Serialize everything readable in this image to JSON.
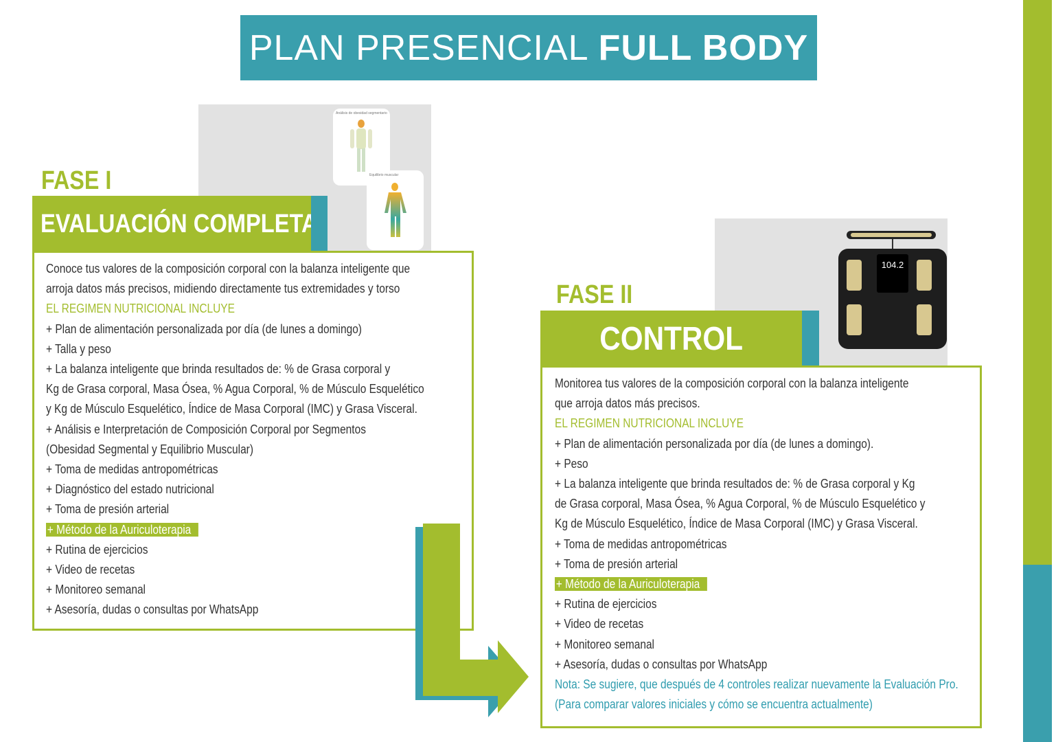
{
  "title": {
    "light": "PLAN PRESENCIAL",
    "bold": "FULL BODY"
  },
  "phase1": {
    "label": "FASE I",
    "banner": "EVALUACIÓN COMPLETA",
    "image_cards": [
      "Análisis de obesidad segmentario",
      "Equilibrio muscular"
    ],
    "intro": [
      "Conoce tus valores de la composición corporal con la balanza inteligente que",
      "arroja datos más precisos, midiendo directamente tus extremidades y torso"
    ],
    "includes_heading": "EL REGIMEN NUTRICIONAL INCLUYE",
    "items": [
      "+ Plan de alimentación personalizada por día (de lunes a domingo)",
      "+ Talla y peso",
      "+ La balanza inteligente que brinda resultados de: % de Grasa corporal y",
      "Kg de Grasa corporal, Masa Ósea, % Agua Corporal, % de Músculo Esquelético",
      "y Kg de Músculo Esquelético, Índice de Masa Corporal (IMC) y Grasa Visceral.",
      "+ Análisis e Interpretación de Composición Corporal por Segmentos",
      "(Obesidad Segmental y Equilibrio Muscular)",
      "+ Toma de medidas antropométricas",
      "+ Diagnóstico del estado nutricional",
      "+ Toma de presión arterial"
    ],
    "highlight": "+ Método de la Auriculoterapia",
    "items_after": [
      "+ Rutina de ejercicios",
      "+ Video de recetas",
      "+ Monitoreo semanal",
      "+ Asesoría, dudas o consultas por WhatsApp"
    ]
  },
  "phase2": {
    "label": "FASE II",
    "banner": "CONTROL",
    "scale_display": "104.2",
    "intro": [
      "Monitorea tus valores de la composición corporal con la balanza inteligente",
      "que arroja datos más precisos."
    ],
    "includes_heading": "EL REGIMEN NUTRICIONAL INCLUYE",
    "items": [
      "+ Plan de alimentación personalizada por día (de lunes a domingo).",
      "+ Peso",
      "+ La balanza inteligente que brinda resultados de: % de Grasa corporal y Kg",
      "de Grasa corporal, Masa Ósea, % Agua Corporal, % de Músculo Esquelético y",
      "Kg de Músculo Esquelético, Índice de Masa Corporal (IMC) y Grasa Visceral.",
      "+ Toma de medidas antropométricas",
      "+ Toma de presión arterial"
    ],
    "highlight": "+ Método de la Auriculoterapia",
    "items_after": [
      "+ Rutina de ejercicios",
      "+ Video de recetas",
      "+ Monitoreo semanal",
      "+ Asesoría, dudas o consultas por WhatsApp"
    ],
    "note": [
      "Nota: Se sugiere, que después de 4 controles realizar nuevamente la Evaluación Pro.",
      "(Para comparar valores iniciales y cómo se encuentra actualmente)"
    ]
  },
  "colors": {
    "green": "#a3bd2e",
    "teal": "#3a9fad"
  }
}
